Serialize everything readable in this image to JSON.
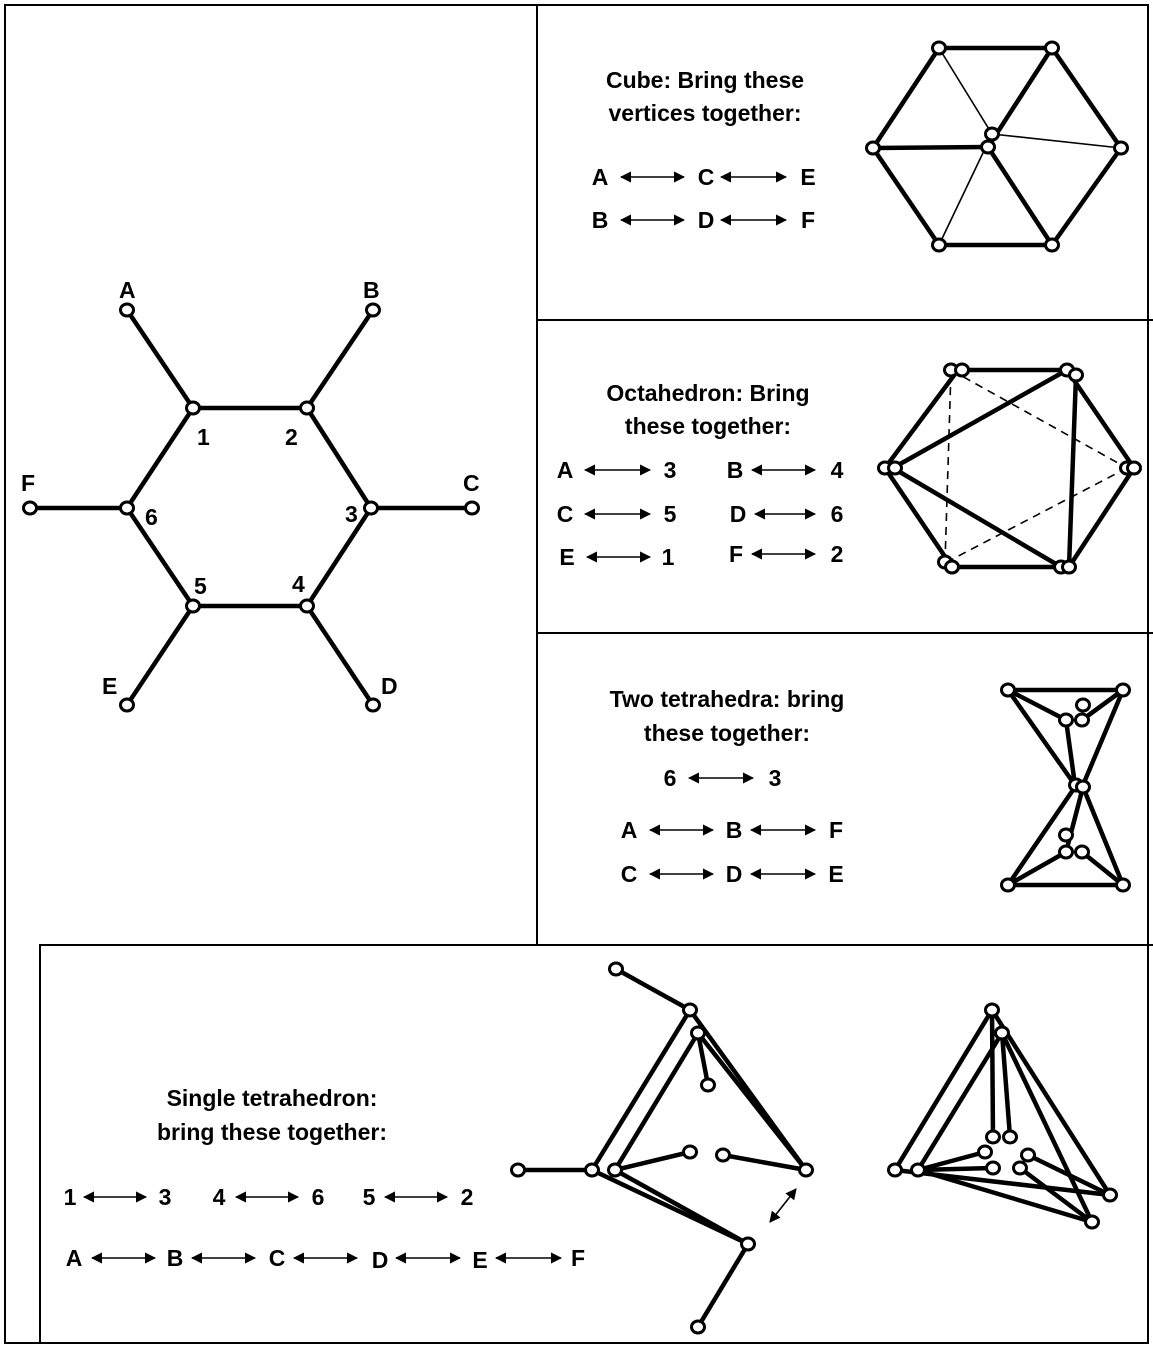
{
  "net": {
    "letters": [
      "A",
      "B",
      "C",
      "D",
      "E",
      "F"
    ],
    "numbers": [
      "1",
      "2",
      "3",
      "4",
      "5",
      "6"
    ]
  },
  "cube": {
    "title": [
      "Cube: Bring these",
      "vertices together:"
    ],
    "row1": [
      "A",
      "C",
      "E"
    ],
    "row2": [
      "B",
      "D",
      "F"
    ]
  },
  "octahedron": {
    "title": [
      "Octahedron: Bring",
      "these together:"
    ],
    "pairs": [
      [
        "A",
        "3"
      ],
      [
        "B",
        "4"
      ],
      [
        "C",
        "5"
      ],
      [
        "D",
        "6"
      ],
      [
        "E",
        "1"
      ],
      [
        "F",
        "2"
      ]
    ]
  },
  "two_tetrahedra": {
    "title": [
      "Two tetrahedra: bring",
      "these together:"
    ],
    "row1": [
      "6",
      "3"
    ],
    "row2": [
      "A",
      "B",
      "F"
    ],
    "row3": [
      "C",
      "D",
      "E"
    ]
  },
  "single_tetrahedron": {
    "title": [
      "Single tetrahedron:",
      "bring these together:"
    ],
    "row1": [
      [
        "1",
        "3"
      ],
      [
        "4",
        "6"
      ],
      [
        "5",
        "2"
      ]
    ],
    "row2": [
      "A",
      "B",
      "C",
      "D",
      "E",
      "F"
    ]
  }
}
